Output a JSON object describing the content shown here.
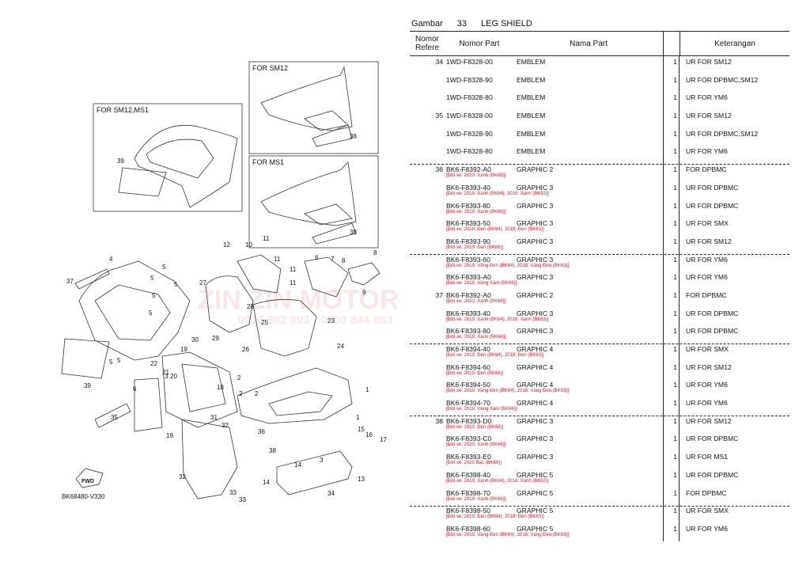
{
  "header": {
    "gambar_label": "Gambar",
    "gambar_no": "33",
    "title": "LEG SHIELD"
  },
  "columns": {
    "ref": "Nomor Refere",
    "part_no": "Nomor Part",
    "name": "Nama Part",
    "note": "Keterangan"
  },
  "diagram": {
    "box1_label": "FOR SM12,MS1",
    "box2_label": "FOR SM12",
    "box3_label": "FOR MS1",
    "code": "BK68480-V330",
    "fwd": "FWD",
    "callouts": [
      "39",
      "38",
      "38",
      "12",
      "10",
      "11",
      "11",
      "4",
      "37",
      "5",
      "5",
      "5",
      "5",
      "5",
      "27",
      "8",
      "6",
      "7",
      "8",
      "9",
      "11",
      "11",
      "28",
      "25",
      "23",
      "26",
      "24",
      "30",
      "29",
      "19",
      "5",
      "22",
      "21",
      "20",
      "18",
      "5",
      "39",
      "6",
      "3",
      "35",
      "2",
      "1",
      "31",
      "32",
      "19",
      "2",
      "2",
      "1",
      "36",
      "38",
      "14",
      "3",
      "15",
      "16",
      "17",
      "32",
      "33",
      "33",
      "14",
      "13",
      "34"
    ]
  },
  "rows": [
    {
      "ref": "34",
      "pno": "1WD-F8328-00",
      "name": "EMBLEM",
      "qty": "1",
      "ket": "UR FOR SM12",
      "note": ""
    },
    {
      "ref": "",
      "pno": "1WD-F8328-90",
      "name": "EMBLEM",
      "qty": "1",
      "ket": "UR FOR DPBMC,SM12",
      "note": ""
    },
    {
      "ref": "",
      "pno": "1WD-F8328-80",
      "name": "EMBLEM",
      "qty": "1",
      "ket": "UR FOR YM6",
      "note": ""
    },
    {
      "ref": "35",
      "pno": "1WD-F8328-00",
      "name": "EMBLEM",
      "qty": "1",
      "ket": "UR FOR SM12",
      "note": ""
    },
    {
      "ref": "",
      "pno": "1WD-F8328-90",
      "name": "EMBLEM",
      "qty": "1",
      "ket": "UR FOR DPBMC,SM12",
      "note": ""
    },
    {
      "ref": "",
      "pno": "1WD-F8328-80",
      "name": "EMBLEM",
      "qty": "1",
      "ket": "UR FOR YM6",
      "note": ""
    },
    {
      "ref": "36",
      "pno": "BK6-F8392-A0",
      "name": "GRAPHIC 2",
      "qty": "1",
      "ket": "FOR DPBMC",
      "note": "[Đời xe: 2020: Xanh (BK68)]"
    },
    {
      "ref": "",
      "pno": "BK6-F8393-40",
      "name": "GRAPHIC 3",
      "qty": "1",
      "ket": "UR FOR DPBMC",
      "note": "[Đời xe: 2019: Xanh (BK64), 2018: Xanh (BK63)]"
    },
    {
      "ref": "",
      "pno": "BK6-F8393-80",
      "name": "GRAPHIC 3",
      "qty": "1",
      "ket": "UR FOR DPBMC",
      "note": "[Đời xe: 2019: Xanh (BK66)]"
    },
    {
      "ref": "",
      "pno": "BK6-F8393-50",
      "name": "GRAPHIC 3",
      "qty": "1",
      "ket": "UR FOR SMX",
      "note": "[Đời xe: 2019: Đen (BK64), 2018: Đen (BK63)]"
    },
    {
      "ref": "",
      "pno": "BK6-F8393-90",
      "name": "GRAPHIC 3",
      "qty": "1",
      "ket": "UR FOR SM12",
      "note": "[Đời xe: 2019: Đen (BK66)]"
    },
    {
      "ref": "",
      "pno": "BK6-F8393-60",
      "name": "GRAPHIC 3",
      "qty": "1",
      "ket": "UR FOR YM6",
      "note": "[Đời xe: 2019: Vàng Đen (BK64), 2018: Vàng Đen (BK63)]"
    },
    {
      "ref": "",
      "pno": "BK6-F8393-A0",
      "name": "GRAPHIC 3",
      "qty": "1",
      "ket": "UR FOR YM6",
      "note": "[Đời xe: 2019: Vàng Xám (BK66)]"
    },
    {
      "ref": "37",
      "pno": "BK6-F8392-A0",
      "name": "GRAPHIC 2",
      "qty": "1",
      "ket": "FOR DPBMC",
      "note": "[Đời xe: 2020: Xanh (BK68)]"
    },
    {
      "ref": "",
      "pno": "BK6-F8393-40",
      "name": "GRAPHIC 3",
      "qty": "1",
      "ket": "UR FOR DPBMC",
      "note": "[Đời xe: 2019: Xanh (BK64), 2018: Xanh (BK63)]"
    },
    {
      "ref": "",
      "pno": "BK6-F8393-80",
      "name": "GRAPHIC 3",
      "qty": "1",
      "ket": "UR FOR DPBMC",
      "note": "[Đời xe: 2019: Xanh (BK66)]"
    },
    {
      "ref": "",
      "pno": "BK6-F8394-40",
      "name": "GRAPHIC 4",
      "qty": "1",
      "ket": "UR FOR SMX",
      "note": "[Đời xe: 2019: Đen (BK64), 2018: Đen (BK63)]"
    },
    {
      "ref": "",
      "pno": "BK6-F8394-60",
      "name": "GRAPHIC 4",
      "qty": "1",
      "ket": "UR FOR SM12",
      "note": "[Đời xe: 2019: Đen (BK66)]"
    },
    {
      "ref": "",
      "pno": "BK6-F8394-50",
      "name": "GRAPHIC 4",
      "qty": "1",
      "ket": "UR FOR YM6",
      "note": "[Đời xe: 2019: Vàng Đen (BK64), 2018: Vàng Đen (BK63)]"
    },
    {
      "ref": "",
      "pno": "BK6-F8394-70",
      "name": "GRAPHIC 4",
      "qty": "1",
      "ket": "UR FOR YM6",
      "note": "[Đời xe: 2019: Vàng Xám (BK66)]"
    },
    {
      "ref": "38",
      "pno": "BK6-F8393-D0",
      "name": "GRAPHIC 3",
      "qty": "1",
      "ket": "UR FOR SM12",
      "note": "[Đời xe: 2020: Đen (BK68)]"
    },
    {
      "ref": "",
      "pno": "BK6-F8393-C0",
      "name": "GRAPHIC 3",
      "qty": "1",
      "ket": "UR FOR DPBMC",
      "note": "[Đời xe: 2020: Xanh (BK68)]"
    },
    {
      "ref": "",
      "pno": "BK6-F8393-E0",
      "name": "GRAPHIC 3",
      "qty": "1",
      "ket": "UR FOR MS1",
      "note": "[Đời xe: 2020 Bạc (BK68)]"
    },
    {
      "ref": "",
      "pno": "BK6-F8398-40",
      "name": "GRAPHIC 5",
      "qty": "1",
      "ket": "UR FOR DPBMC",
      "note": "[Đời xe: 2019: Xanh (BK64), 2018: Xanh (BK63)]"
    },
    {
      "ref": "",
      "pno": "BK6-F8398-70",
      "name": "GRAPHIC 5",
      "qty": "1",
      "ket": "FOR DPBMC",
      "note": "[Đời xe: 2019: Xanh (BK66)]"
    },
    {
      "ref": "",
      "pno": "BK6-F8398-50",
      "name": "GRAPHIC 5",
      "qty": "1",
      "ket": "UR FOR SMX",
      "note": "[Đời xe: 2019: Đen (BK64), 2018: Đen (BK63)]"
    },
    {
      "ref": "",
      "pno": "BK6-F8398-60",
      "name": "GRAPHIC 5",
      "qty": "1",
      "ket": "UR FOR YM6",
      "note": "[Đời xe: 2019: Vàng Đen (BK64), 2018: Vàng Đen (BK63)]"
    }
  ],
  "watermark": {
    "brand": "ZIN ZIN MOTOR",
    "phone": "0936 892 993 - 0909 844 863"
  },
  "colors": {
    "note_red": "#d0202a",
    "watermark": "#e03c3c"
  }
}
